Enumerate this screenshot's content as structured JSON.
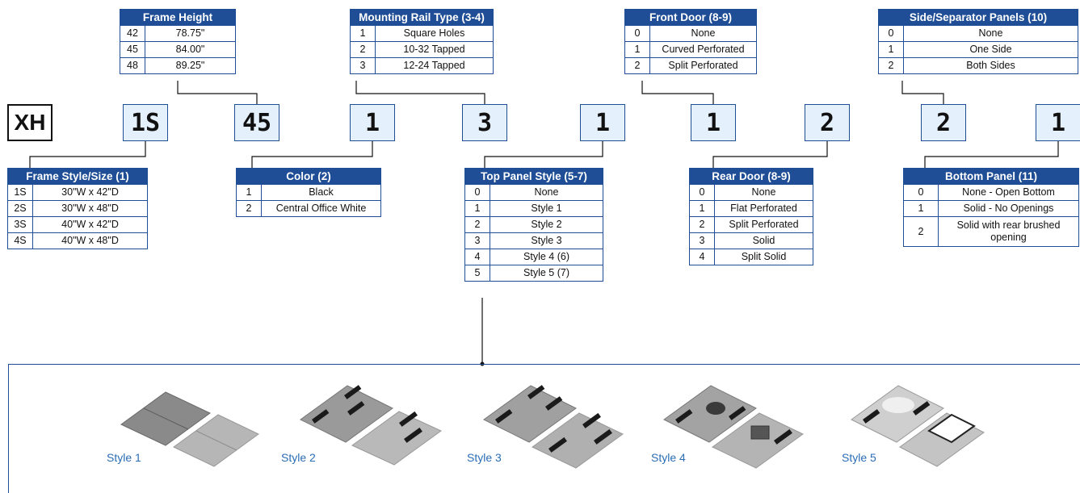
{
  "code_boxes": {
    "series": "XH",
    "frame_style": "1S",
    "frame_height": "45",
    "color": "1",
    "rail": "3",
    "top_panel": "1",
    "front_door": "1",
    "rear_door": "2",
    "side_panels": "2",
    "bottom_panel": "1"
  },
  "frame_height": {
    "title": "Frame Height",
    "rows": [
      [
        "42",
        "78.75\""
      ],
      [
        "45",
        "84.00\""
      ],
      [
        "48",
        "89.25\""
      ]
    ]
  },
  "mounting_rail": {
    "title": "Mounting Rail Type (3-4)",
    "rows": [
      [
        "1",
        "Square Holes"
      ],
      [
        "2",
        "10-32 Tapped"
      ],
      [
        "3",
        "12-24 Tapped"
      ]
    ]
  },
  "front_door": {
    "title": "Front Door (8-9)",
    "rows": [
      [
        "0",
        "None"
      ],
      [
        "1",
        "Curved Perforated"
      ],
      [
        "2",
        "Split Perforated"
      ]
    ]
  },
  "side_panels": {
    "title": "Side/Separator Panels (10)",
    "rows": [
      [
        "0",
        "None"
      ],
      [
        "1",
        "One Side"
      ],
      [
        "2",
        "Both Sides"
      ]
    ]
  },
  "frame_style": {
    "title": "Frame Style/Size (1)",
    "rows": [
      [
        "1S",
        "30\"W x 42\"D"
      ],
      [
        "2S",
        "30\"W x 48\"D"
      ],
      [
        "3S",
        "40\"W x 42\"D"
      ],
      [
        "4S",
        "40\"W x 48\"D"
      ]
    ]
  },
  "color": {
    "title": "Color (2)",
    "rows": [
      [
        "1",
        "Black"
      ],
      [
        "2",
        "Central Office White"
      ]
    ]
  },
  "top_panel": {
    "title": "Top Panel Style (5-7)",
    "rows": [
      [
        "0",
        "None"
      ],
      [
        "1",
        "Style 1"
      ],
      [
        "2",
        "Style 2"
      ],
      [
        "3",
        "Style 3"
      ],
      [
        "4",
        "Style 4 (6)"
      ],
      [
        "5",
        "Style 5 (7)"
      ]
    ]
  },
  "rear_door": {
    "title": "Rear Door (8-9)",
    "rows": [
      [
        "0",
        "None"
      ],
      [
        "1",
        "Flat Perforated"
      ],
      [
        "2",
        "Split Perforated"
      ],
      [
        "3",
        "Solid"
      ],
      [
        "4",
        "Split Solid"
      ]
    ]
  },
  "bottom_panel": {
    "title": "Bottom Panel (11)",
    "rows": [
      [
        "0",
        "None - Open Bottom"
      ],
      [
        "1",
        "Solid - No Openings"
      ],
      [
        "2",
        "Solid with rear brushed opening"
      ]
    ]
  },
  "gallery": {
    "labels": [
      "Style 1",
      "Style 2",
      "Style 3",
      "Style 4",
      "Style 5"
    ]
  },
  "colors": {
    "header": "#1f4e96",
    "box_fill": "#e4f0fb",
    "style_label": "#2a6db5"
  }
}
